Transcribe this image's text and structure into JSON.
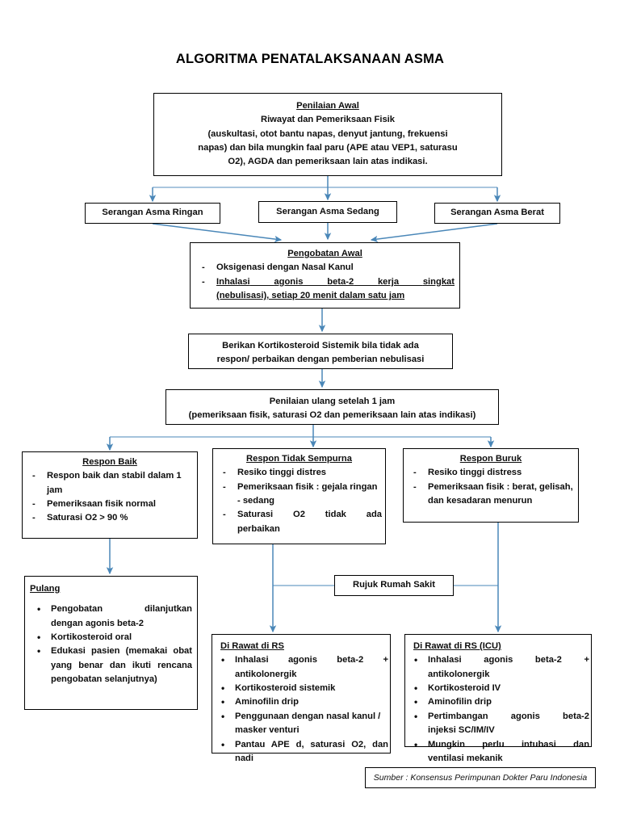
{
  "document": {
    "title": "ALGORITMA PENATALAKSANAAN ASMA"
  },
  "colors": {
    "connector": "#4a87b8",
    "box_border": "#000000",
    "background": "#ffffff",
    "text": "#000000"
  },
  "nodes": {
    "initial_assessment": {
      "heading": "Penilaian Awal",
      "line1": "Riwayat dan Pemeriksaan Fisik",
      "line2": "(auskultasi, otot bantu napas, denyut jantung, frekuensi",
      "line3": "napas) dan bila mungkin faal paru (APE atau VEP1, saturasu",
      "line4": "O2), AGDA dan pemeriksaan lain atas indikasi."
    },
    "severity": {
      "mild": "Serangan Asma Ringan",
      "moderate": "Serangan Asma Sedang",
      "severe": "Serangan Asma Berat"
    },
    "initial_treatment": {
      "heading": "Pengobatan Awal",
      "items": [
        "Oksigenasi dengan Nasal Kanul",
        "Inhalasi agonis beta-2 kerja singkat",
        "(nebulisasi), setiap 20 menit dalam satu jam"
      ]
    },
    "systemic_steroid": {
      "line1": "Berikan Kortikosteroid Sistemik bila tidak ada",
      "line2": "respon/ perbaikan dengan pemberian nebulisasi"
    },
    "reassessment": {
      "line1": "Penilaian ulang setelah 1 jam",
      "line2": "(pemeriksaan fisik, saturasi O2 dan pemeriksaan lain atas indikasi)"
    },
    "response_good": {
      "heading": "Respon Baik",
      "items": [
        "Respon baik dan stabil dalam 1 jam",
        "Pemeriksaan fisik normal",
        "Saturasi O2 > 90 %"
      ]
    },
    "response_partial": {
      "heading": "Respon Tidak Sempurna",
      "items": [
        "Resiko tinggi distres",
        "Pemeriksaan fisik : gejala ringan - sedang",
        "Saturasi O2 tidak ada perbaikan"
      ]
    },
    "response_poor": {
      "heading": "Respon Buruk",
      "items": [
        "Resiko tinggi distress",
        "Pemeriksaan fisik : berat, gelisah, dan kesadaran menurun"
      ]
    },
    "discharge": {
      "heading": "Pulang",
      "items": [
        "Pengobatan dilanjutkan dengan agonis beta-2",
        "Kortikosteroid oral",
        "Edukasi pasien (memakai obat yang benar dan ikuti rencana pengobatan selanjutnya)"
      ]
    },
    "refer_hospital": {
      "label": "Rujuk Rumah Sakit"
    },
    "ward_admission": {
      "heading": "Di Rawat di RS",
      "items": [
        "Inhalasi agonis beta-2 + antikolonergik",
        "Kortikosteroid sistemik",
        "Aminofilin drip",
        "Penggunaan dengan nasal kanul / masker venturi",
        "Pantau APE d, saturasi O2, dan nadi"
      ]
    },
    "icu_admission": {
      "heading": "Di Rawat di RS (ICU)",
      "items": [
        "Inhalasi agonis beta-2 + antikolonergik",
        "Kortikosteroid IV",
        "Aminofilin drip",
        "Pertimbangan agonis beta-2 injeksi SC/IM/IV",
        "Mungkin perlu intubasi dan ventilasi mekanik"
      ]
    },
    "source": {
      "text": "Sumber : Konsensus Perimpunan Dokter Paru Indonesia"
    }
  },
  "initial_treatment_parts": {
    "item2_a": "Inhalasi",
    "item2_b": "agonis",
    "item2_c": "beta-2",
    "item2_d": "kerja",
    "item2_e": "singkat"
  },
  "partial_parts": {
    "sat_a": "Saturasi",
    "sat_b": "O2",
    "sat_c": "tidak",
    "sat_d": "ada"
  },
  "discharge_parts": {
    "a": "Pengobatan",
    "b": "dilanjutkan"
  },
  "drug_parts": {
    "a": "Inhalasi",
    "b": "agonis",
    "c": "beta-2",
    "d": "+"
  },
  "icu_parts": {
    "a": "Pertimbangan",
    "b": "agonis",
    "c": "beta-2",
    "m_a": "Mungkin",
    "m_b": "perlu",
    "m_c": "intubasi",
    "m_d": "dan"
  }
}
